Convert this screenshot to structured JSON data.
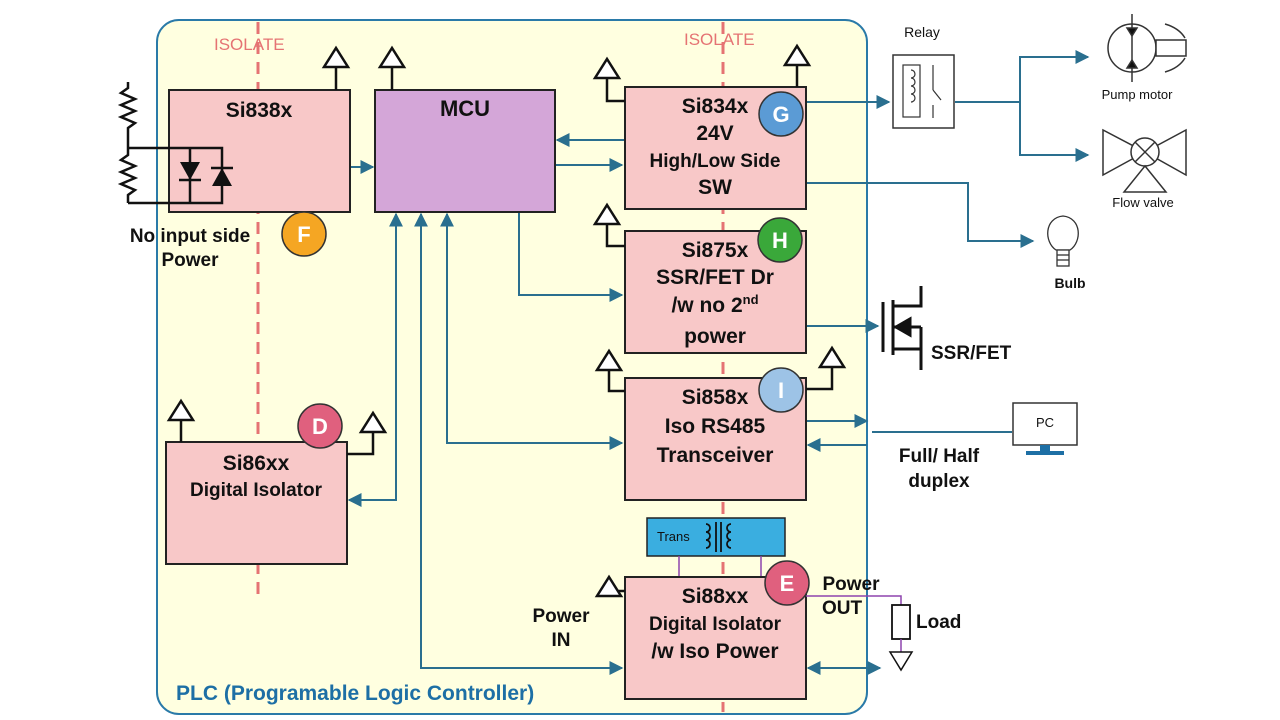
{
  "panel": {
    "title": "PLC (Programable Logic Controller)",
    "isolate_left": "ISOLATE",
    "isolate_right": "ISOLATE"
  },
  "blocks": {
    "si838x": {
      "line1": "Si838x"
    },
    "mcu": {
      "line1": "MCU"
    },
    "si834x": {
      "line1": "Si834x",
      "line2": "24V",
      "line3": "High/Low Side",
      "line4": "SW"
    },
    "si875x": {
      "line1": "Si875x",
      "line2": "SSR/FET Dr",
      "line3a": "/w no 2",
      "line3sup": "nd",
      "line4": "power"
    },
    "si858x": {
      "line1": "Si858x",
      "line2": "Iso RS485",
      "line3": "Transceiver"
    },
    "si86xx": {
      "line1": "Si86xx",
      "line2": "Digital Isolator"
    },
    "si88xx": {
      "line1": "Si88xx",
      "line2": "Digital Isolator",
      "line3": "/w Iso Power"
    },
    "trans": {
      "label": "Trans"
    }
  },
  "badges": {
    "d": {
      "letter": "D",
      "color": "#e0607e"
    },
    "e": {
      "letter": "E",
      "color": "#e0607e"
    },
    "f": {
      "letter": "F",
      "color": "#f5a623"
    },
    "g": {
      "letter": "G",
      "color": "#5b9bd5"
    },
    "h": {
      "letter": "H",
      "color": "#3aa83a"
    },
    "i": {
      "letter": "I",
      "color": "#9dc3e6"
    }
  },
  "labels": {
    "no_input_1": "No input side",
    "no_input_2": "Power",
    "relay": "Relay",
    "pump_motor": "Pump motor",
    "flow_valve": "Flow valve",
    "bulb": "Bulb",
    "ssr_fet": "SSR/FET",
    "pc": "PC",
    "duplex_1": "Full/ Half",
    "duplex_2": "duplex",
    "power_in_1": "Power",
    "power_in_2": "IN",
    "power_out_1": "Power",
    "power_out_2": "OUT",
    "load": "Load"
  },
  "colors": {
    "panel_fill": "#ffffe0",
    "panel_stroke": "#2a7aa8",
    "block_fill": "#f8c8c8",
    "mcu_fill": "#d4a6d8",
    "trans_fill": "#3aaee0",
    "isolate_line": "#e57373",
    "wire": "#2a6f8f"
  }
}
